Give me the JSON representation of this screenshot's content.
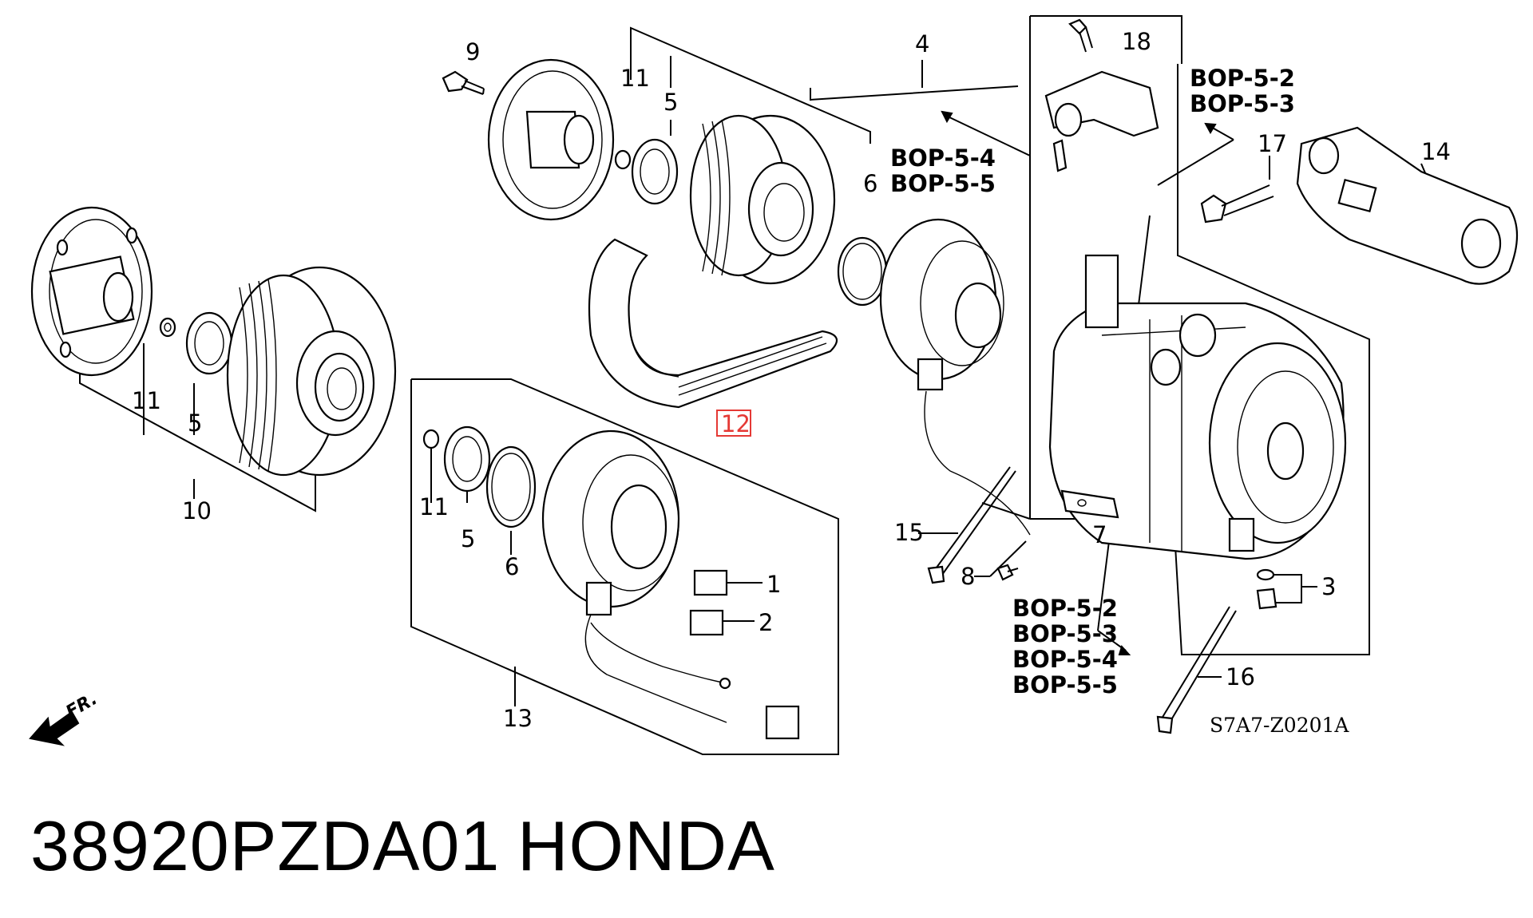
{
  "diagram": {
    "callouts": {
      "c1": "1",
      "c2": "2",
      "c3": "3",
      "c4": "4",
      "c5a": "5",
      "c5b": "5",
      "c5c": "5",
      "c6a": "6",
      "c6b": "6",
      "c7": "7",
      "c8": "8",
      "c9": "9",
      "c10": "10",
      "c11a": "11",
      "c11b": "11",
      "c11c": "11",
      "c12": "12",
      "c13": "13",
      "c14": "14",
      "c15": "15",
      "c16": "16",
      "c17": "17",
      "c18": "18"
    },
    "highlighted_callout": "12",
    "highlight_color": "#e53935",
    "bop_groups": {
      "right_top": [
        "BOP-5-2",
        "BOP-5-3"
      ],
      "middle": [
        "BOP-5-4",
        "BOP-5-5"
      ],
      "bottom": [
        "BOP-5-2",
        "BOP-5-3",
        "BOP-5-4",
        "BOP-5-5"
      ]
    },
    "diagram_code": "S7A7-Z0201A",
    "front_indicator": "FR."
  },
  "caption": {
    "part_number": "38920PZDA01",
    "brand": "HONDA"
  }
}
